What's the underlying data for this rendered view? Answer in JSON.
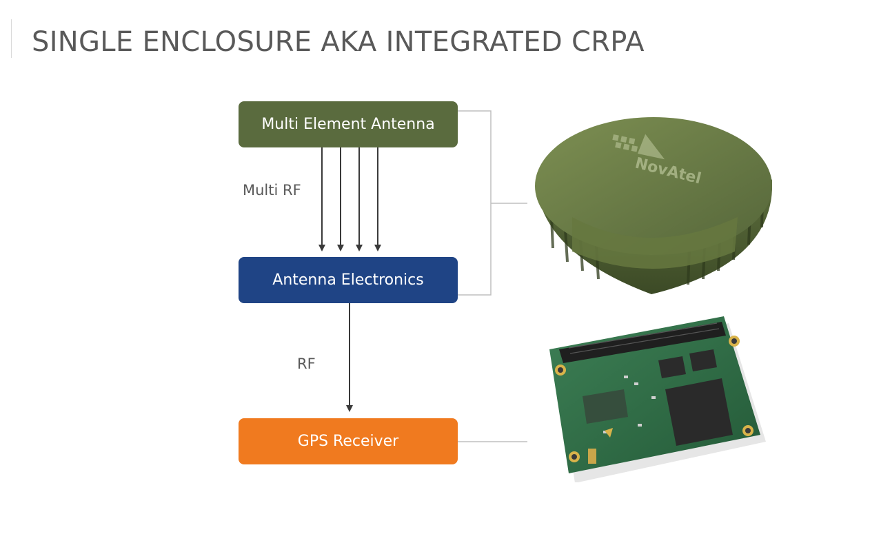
{
  "title": "SINGLE ENCLOSURE AKA INTEGRATED CRPA",
  "boxes": {
    "antenna": {
      "label": "Multi Element Antenna",
      "color": "#5a6b3e"
    },
    "electronics": {
      "label": "Antenna Electronics",
      "color": "#1f4485"
    },
    "receiver": {
      "label": "GPS Receiver",
      "color": "#f07a1f"
    }
  },
  "labels": {
    "multi_rf": "Multi RF",
    "rf": "RF"
  },
  "images": {
    "antenna_logo": "NovAtel",
    "antenna_color": "#6c7d45",
    "board_color": "#2e6e44"
  }
}
